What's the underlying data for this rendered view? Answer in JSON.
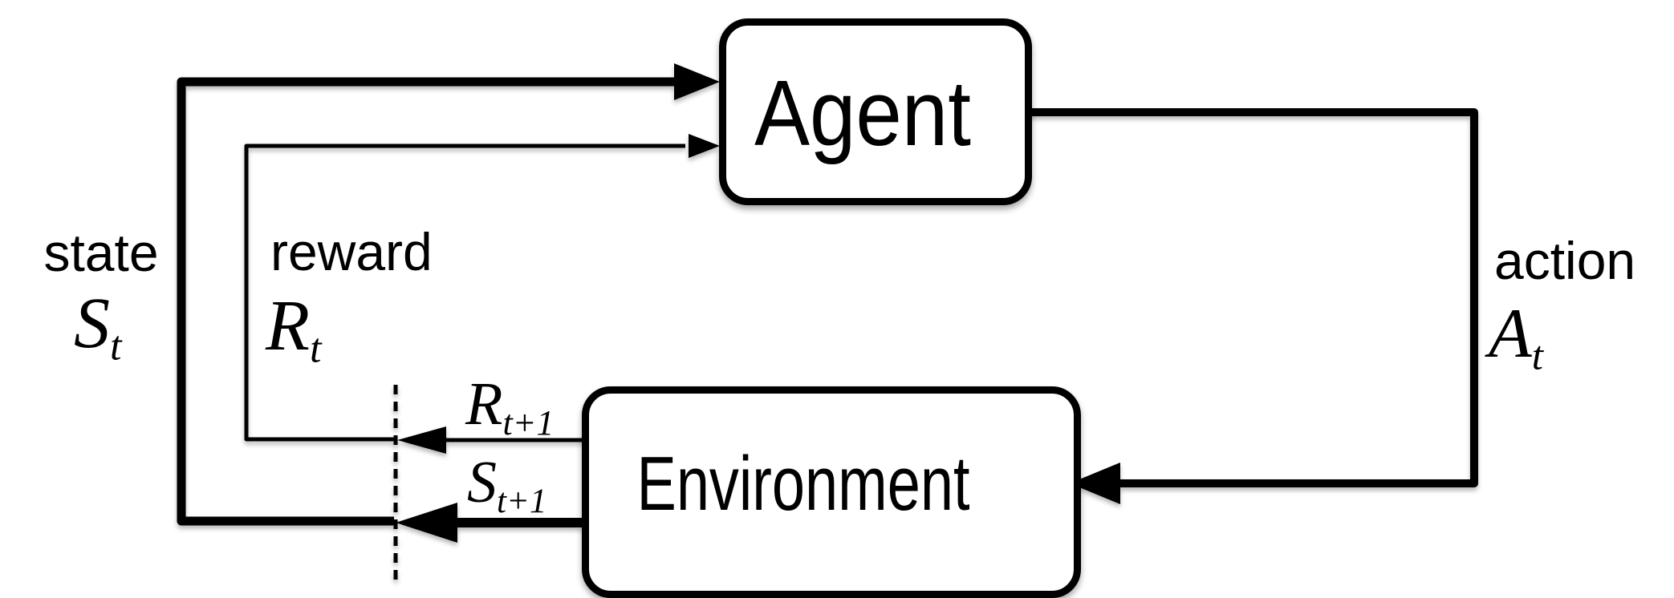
{
  "figure": {
    "colors": {
      "ink": "#000000",
      "background": "#ffffff"
    },
    "boxes": {
      "agent": "Agent",
      "environment": "Environment"
    },
    "labels": {
      "state_word": "state",
      "state_symbol": "S",
      "state_subscript": "t",
      "reward_word": "reward",
      "reward_symbol": "R",
      "reward_subscript": "t",
      "action_word": "action",
      "action_symbol": "A",
      "action_subscript": "t",
      "next_reward_symbol": "R",
      "next_reward_subscript": "t+1",
      "next_state_symbol": "S",
      "next_state_subscript": "t+1"
    }
  }
}
